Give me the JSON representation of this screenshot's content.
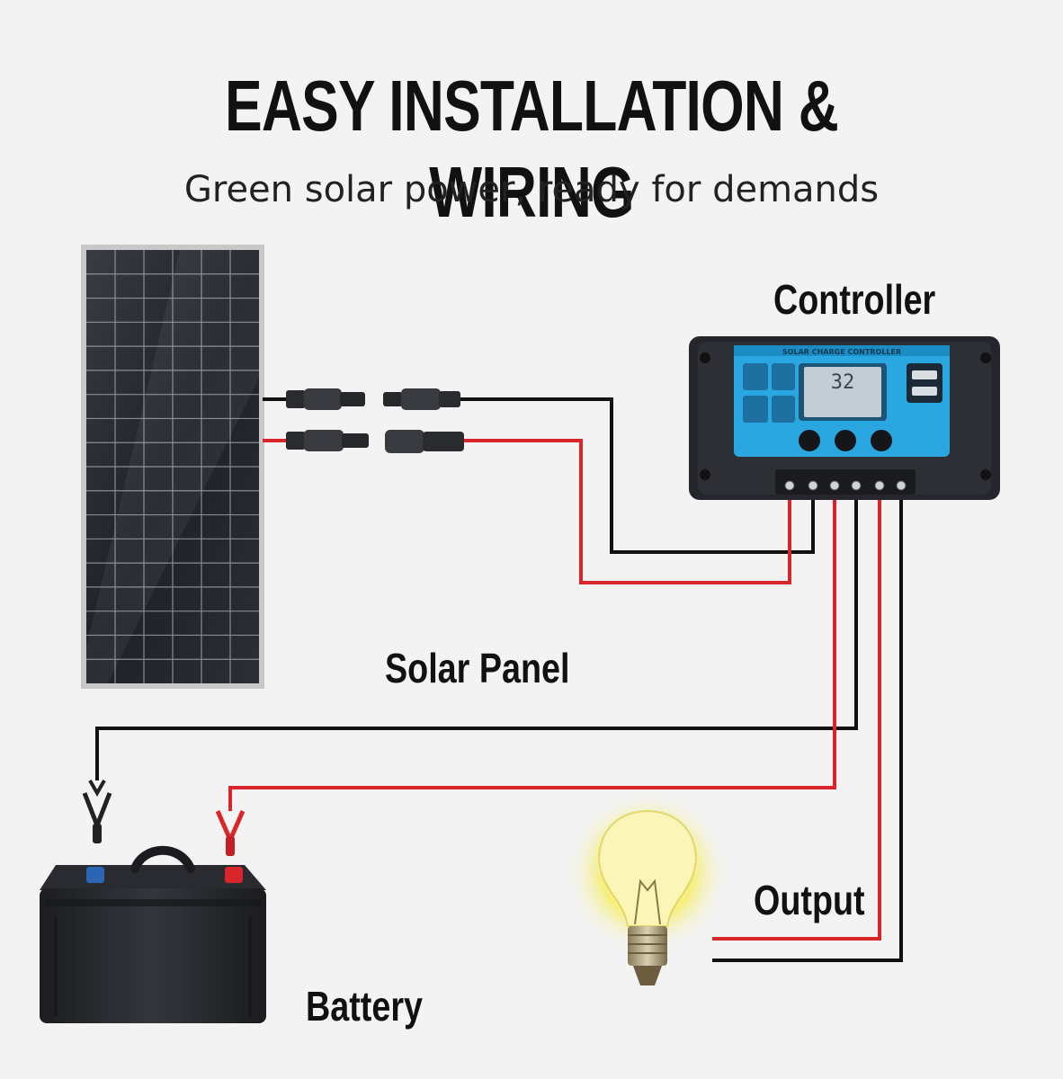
{
  "header": {
    "title": "EASY INSTALLATION & WIRING",
    "subtitle": "Green solar power, ready for demands"
  },
  "labels": {
    "controller": "Controller",
    "solar_panel": "Solar Panel",
    "output": "Output",
    "battery": "Battery"
  },
  "controller_device": {
    "brand_text": "SOLAR CHARGE CONTROLLER",
    "display_value": "32"
  },
  "colors": {
    "background": "#f3f3f3",
    "wire_positive": "#d8262b",
    "wire_negative": "#111111",
    "controller_blue": "#2aa7e0",
    "controller_body": "#2b2d33",
    "bulb_glow": "#f7ee6a"
  },
  "icons": [
    "solar-panel-icon",
    "charge-controller-icon",
    "battery-icon",
    "light-bulb-icon",
    "mc4-connector-icon",
    "alligator-clip-icon"
  ]
}
